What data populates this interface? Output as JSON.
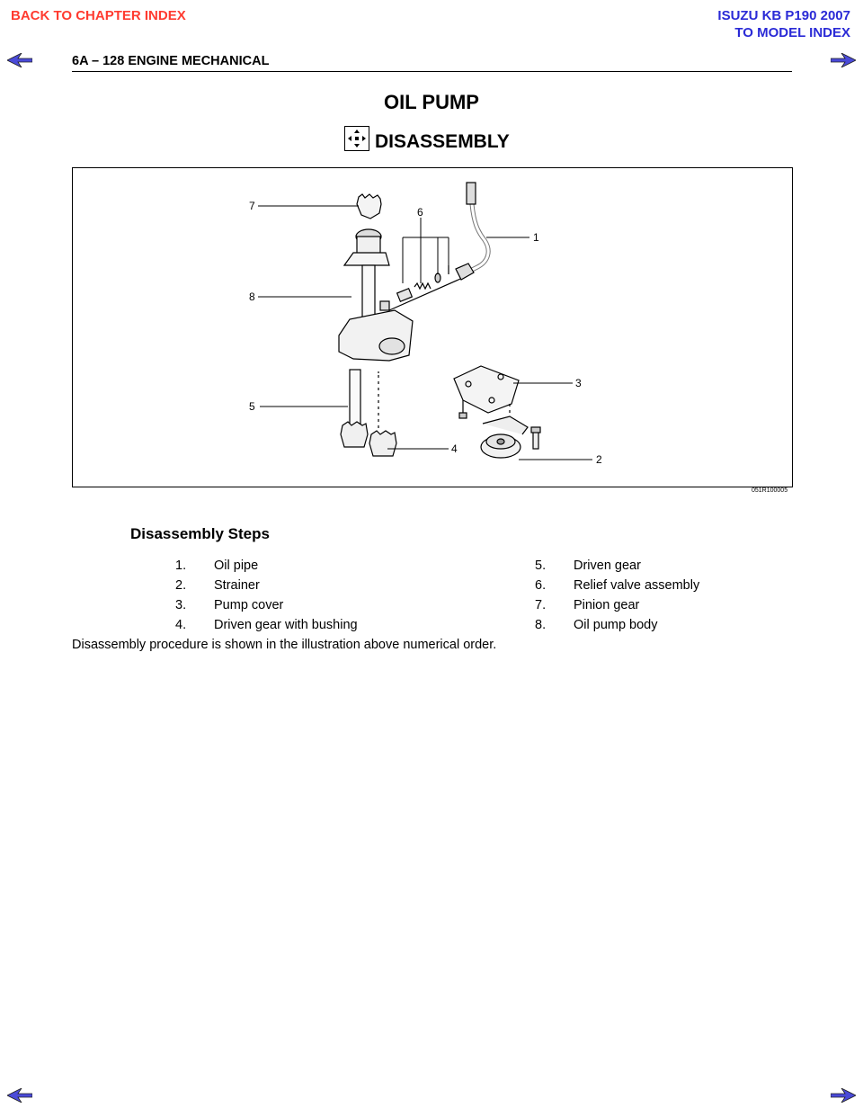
{
  "nav": {
    "back_chapter": "BACK TO CHAPTER INDEX",
    "model_title": "ISUZU KB P190 2007",
    "model_index": "TO MODEL INDEX",
    "arrow_color": "#4a4ad8"
  },
  "header": {
    "section": "6A – 128  ENGINE MECHANICAL"
  },
  "page_title": "OIL PUMP",
  "section_title": "DISASSEMBLY",
  "figure": {
    "id": "051R100005",
    "callouts": [
      "1",
      "2",
      "3",
      "4",
      "5",
      "6",
      "7",
      "8"
    ]
  },
  "steps": {
    "heading": "Disassembly Steps",
    "left": [
      {
        "num": "1.",
        "label": "Oil pipe"
      },
      {
        "num": "2.",
        "label": "Strainer"
      },
      {
        "num": "3.",
        "label": "Pump cover"
      },
      {
        "num": "4.",
        "label": "Driven gear with bushing"
      }
    ],
    "right": [
      {
        "num": "5.",
        "label": "Driven gear"
      },
      {
        "num": "6.",
        "label": "Relief valve assembly"
      },
      {
        "num": "7.",
        "label": "Pinion gear"
      },
      {
        "num": "8.",
        "label": "Oil pump body"
      }
    ]
  },
  "note": "Disassembly procedure is shown in the illustration above numerical order."
}
